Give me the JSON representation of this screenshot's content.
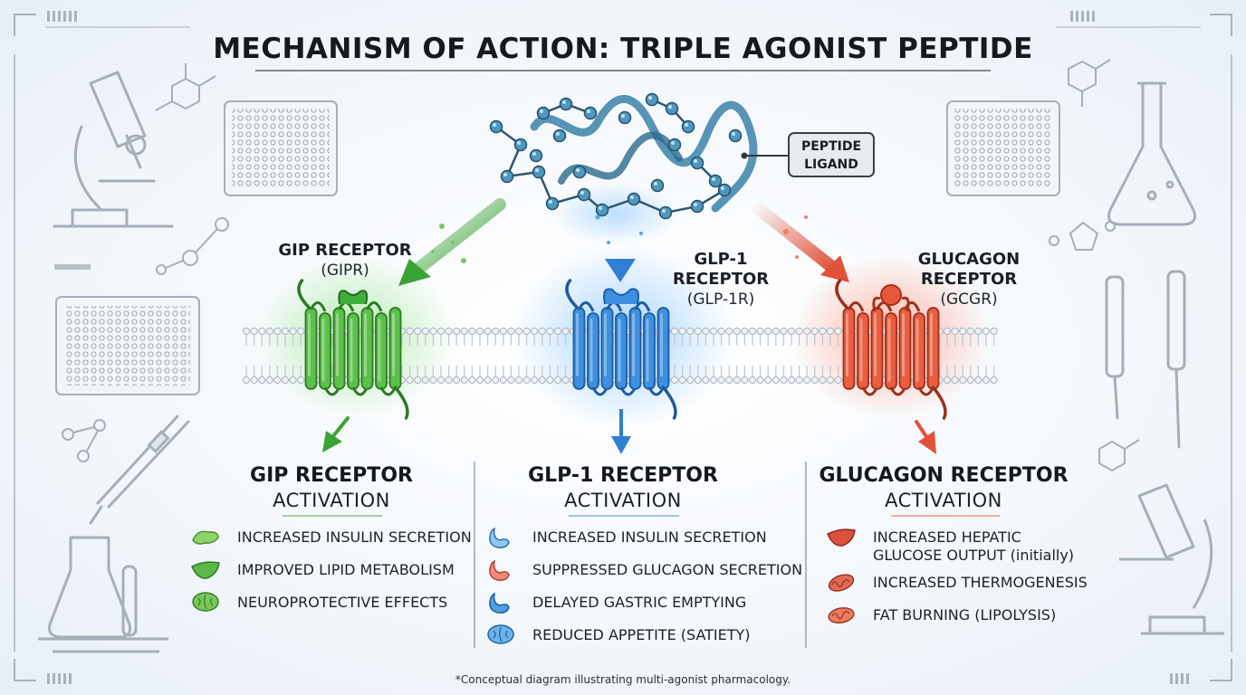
{
  "title": "MECHANISM OF ACTION: TRIPLE AGONIST PEPTIDE",
  "ligand": {
    "line1": "PEPTIDE",
    "line2": "LIGAND"
  },
  "receptors": {
    "gip": {
      "name": "GIP RECEPTOR",
      "abbr": "(GIPR)"
    },
    "glp1": {
      "name_line1": "GLP-1",
      "name_line2": "RECEPTOR",
      "abbr": "(GLP-1R)"
    },
    "gcg": {
      "name_line1": "GLUCAGON",
      "name_line2": "RECEPTOR",
      "abbr": "(GCGR)"
    }
  },
  "columns": [
    {
      "heading": "GIP RECEPTOR",
      "subheading": "ACTIVATION",
      "color": "#3aa335",
      "effects": [
        {
          "icon": "pancreas-icon",
          "label": "INCREASED INSULIN SECRETION"
        },
        {
          "icon": "liver-icon",
          "label": "IMPROVED LIPID METABOLISM"
        },
        {
          "icon": "brain-icon",
          "label": "NEUROPROTECTIVE EFFECTS"
        }
      ]
    },
    {
      "heading": "GLP-1 RECEPTOR",
      "subheading": "ACTIVATION",
      "color": "#2f7fd4",
      "effects": [
        {
          "icon": "stomach-icon",
          "label": "INCREASED INSULIN SECRETION"
        },
        {
          "icon": "stomach-icon",
          "label": "SUPPRESSED GLUCAGON SECRETION"
        },
        {
          "icon": "stomach-icon",
          "label": "DELAYED GASTRIC EMPTYING"
        },
        {
          "icon": "brain-icon",
          "label": "REDUCED APPETITE (SATIETY)"
        }
      ]
    },
    {
      "heading": "GLUCAGON RECEPTOR",
      "subheading": "ACTIVATION",
      "color": "#e0523a",
      "effects": [
        {
          "icon": "liver-icon",
          "label": "INCREASED HEPATIC GLUCOSE OUTPUT (initially)"
        },
        {
          "icon": "mitochondria-icon",
          "label": "INCREASED THERMOGENESIS"
        },
        {
          "icon": "mitochondria-icon",
          "label": "FAT BURNING (LIPOLYSIS)"
        }
      ]
    }
  ],
  "footnote": "*Conceptual diagram illustrating multi-agonist pharmacology.",
  "colors": {
    "gip": "#3aa335",
    "glp1": "#2f7fd4",
    "gcg": "#e0523a",
    "ink": "#1b1f24"
  }
}
